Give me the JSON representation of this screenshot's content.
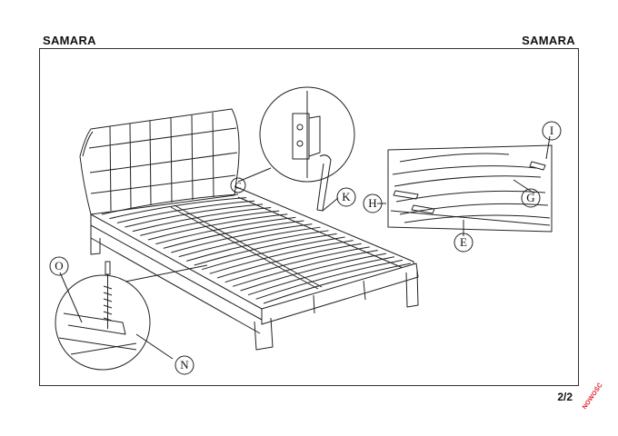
{
  "header": {
    "title_left": "SAMARA",
    "title_right": "SAMARA"
  },
  "footer": {
    "page": "2/2",
    "badge": "NOWOŚĆ"
  },
  "badge_color": "#e0242a",
  "callouts": {
    "O": "O",
    "N": "N",
    "K": "K",
    "C": "C",
    "I": "I",
    "H": "H",
    "G": "G",
    "E": "E"
  }
}
